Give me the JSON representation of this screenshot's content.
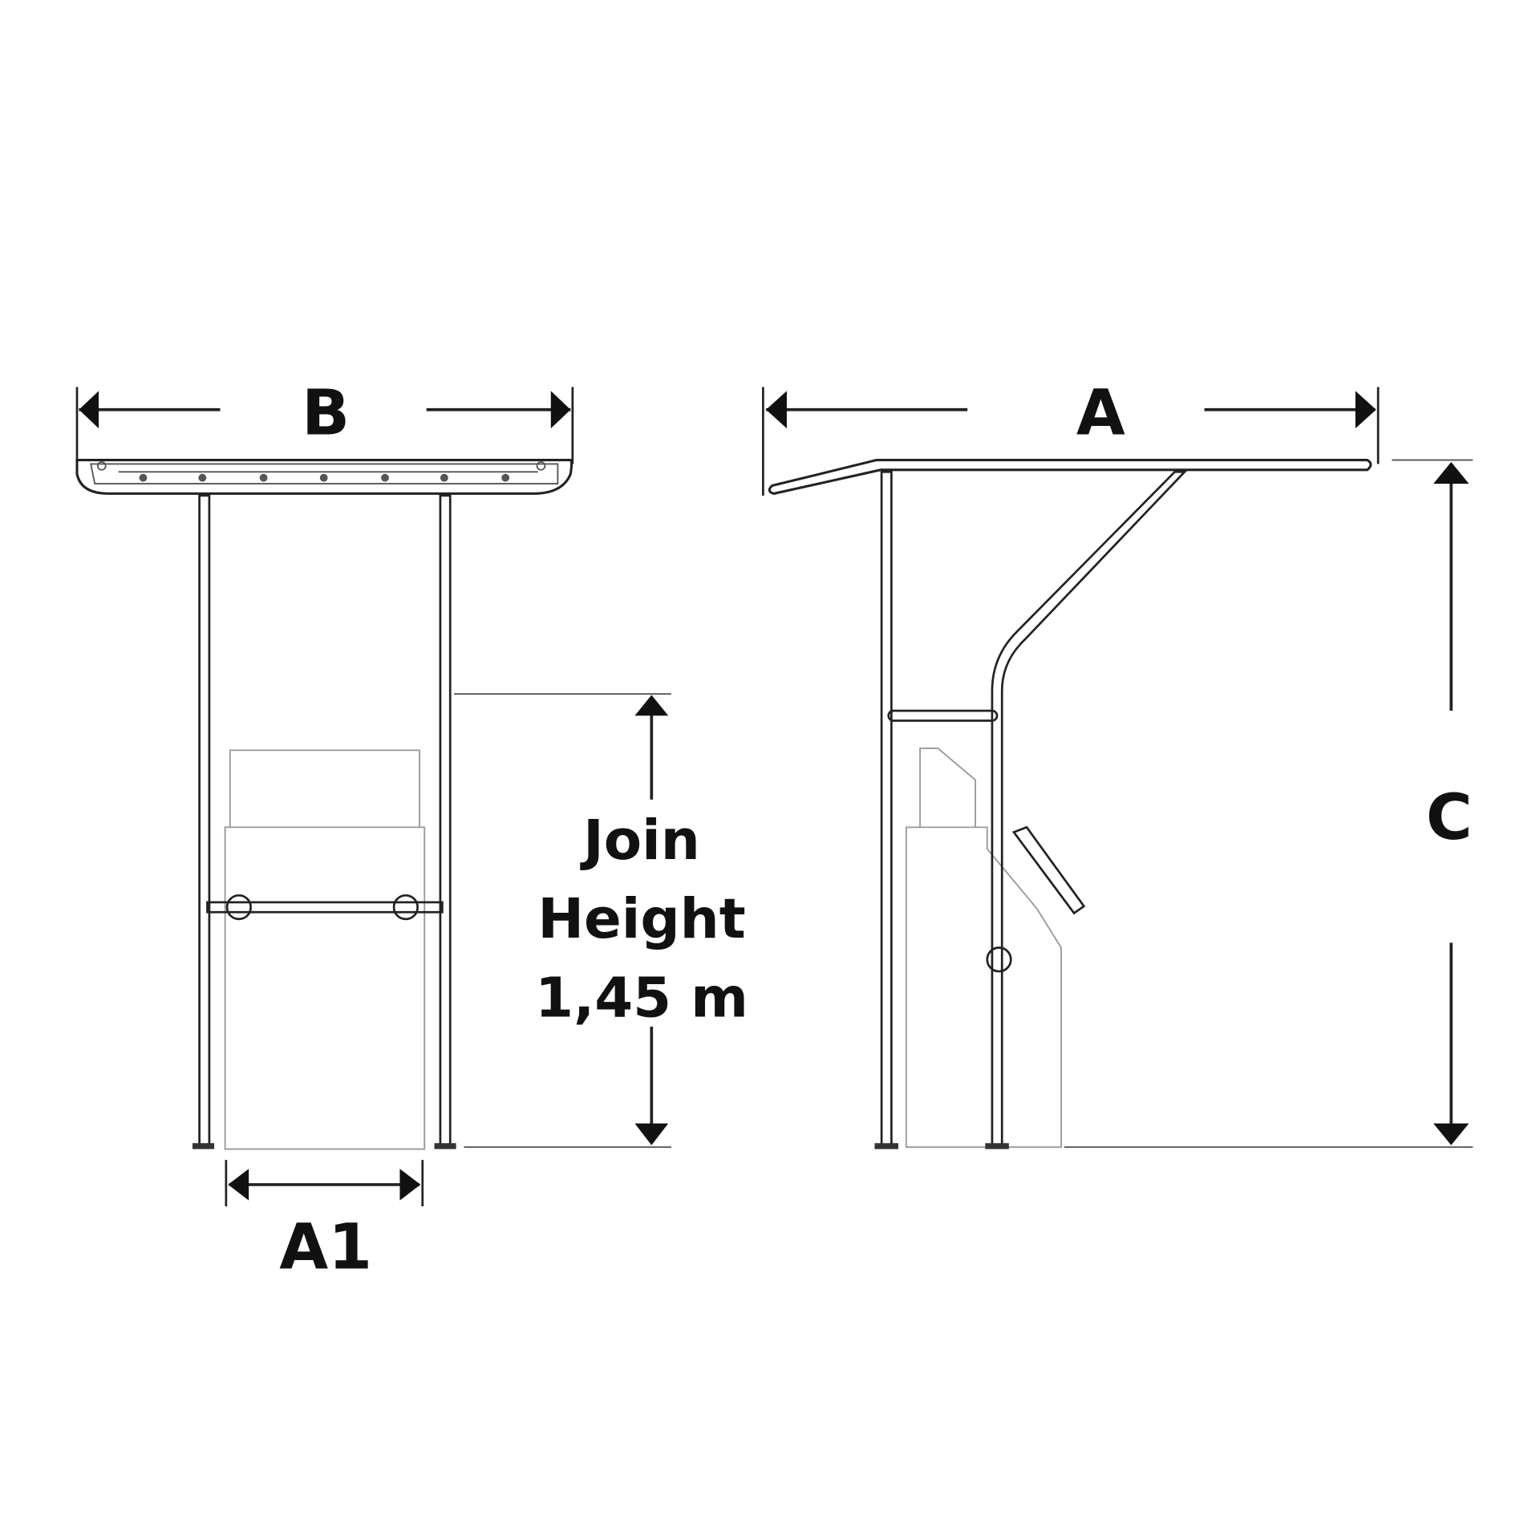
{
  "labels": {
    "b": "B",
    "a": "A",
    "c": "C",
    "a1": "A1",
    "join_line1": "Join",
    "join_line2": "Height",
    "join_line3": "1,45 m"
  },
  "colors": {
    "ink": "#111111",
    "background": "#ffffff"
  }
}
